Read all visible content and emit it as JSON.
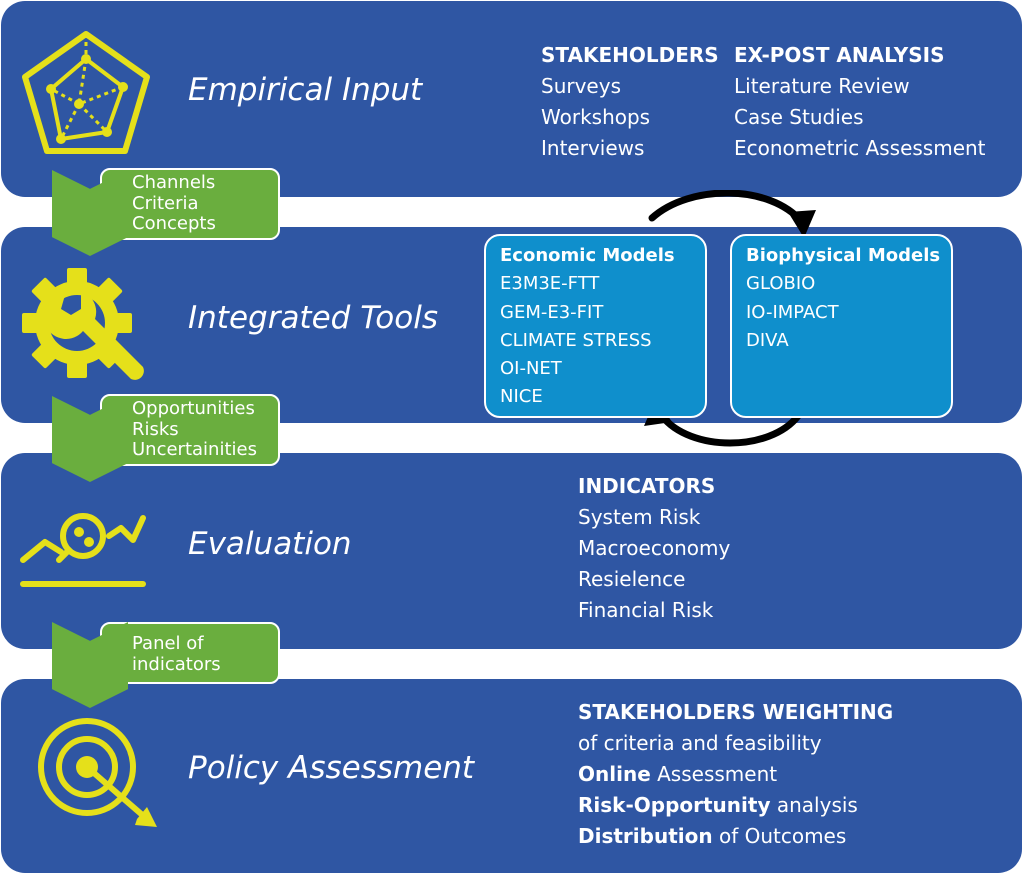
{
  "colors": {
    "band": "#2f56a3",
    "connector_green": "#6aae3e",
    "model_box": "#0f8fcc",
    "icon_yellow": "#e5e01a",
    "text": "#ffffff"
  },
  "bands": {
    "empirical": {
      "title": "Empirical Input",
      "icon": "pentagon-radar-icon",
      "stakeholders": {
        "head": "STAKEHOLDERS",
        "items": [
          "Surveys",
          "Workshops",
          "Interviews"
        ]
      },
      "expost": {
        "head": "EX-POST ANALYSIS",
        "items": [
          "Literature Review",
          "Case Studies",
          "Econometric Assessment"
        ]
      }
    },
    "tools": {
      "title": "Integrated Tools",
      "icon": "gear-wrench-icon",
      "economic": {
        "head": "Economic Models",
        "items": [
          "E3M3E-FTT",
          "GEM-E3-FIT",
          "CLIMATE STRESS",
          "OI-NET",
          "NICE"
        ]
      },
      "biophysical": {
        "head": "Biophysical Models",
        "items": [
          "GLOBIO",
          "IO-IMPACT",
          "DIVA"
        ]
      }
    },
    "evaluation": {
      "title": "Evaluation",
      "icon": "trend-magnifier-icon",
      "indicators": {
        "head": "INDICATORS",
        "items": [
          "System Risk",
          "Macroeconomy",
          "Resielence",
          "Financial Risk"
        ]
      }
    },
    "policy": {
      "title": "Policy Assessment",
      "icon": "target-arrow-icon",
      "weighting": {
        "head": "STAKEHOLDERS WEIGHTING",
        "line1": "of criteria and feasibility",
        "line2_bold": "Online",
        "line2_rest": " Assessment",
        "line3_bold": "Risk-Opportunity",
        "line3_rest": " analysis",
        "line4_bold": "Distribution",
        "line4_rest": " of Outcomes"
      }
    }
  },
  "connectors": {
    "c1": [
      "Channels",
      "Criteria",
      "Concepts"
    ],
    "c2": [
      "Opportunities",
      "Risks",
      "Uncertainities"
    ],
    "c3": [
      "Panel of",
      "indicators"
    ]
  }
}
